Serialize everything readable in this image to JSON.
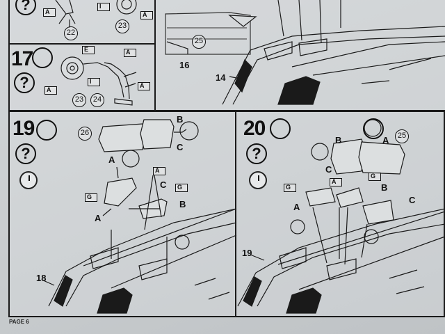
{
  "page_label": "PAGE 6",
  "steps": [
    {
      "number": "17",
      "question": "?"
    },
    {
      "number": "19",
      "question": "?"
    },
    {
      "number": "20",
      "question": "?"
    }
  ],
  "part_refs": {
    "p22": "22",
    "p23_top": "23",
    "p23": "23",
    "p24": "24",
    "p25_top": "25",
    "p26": "26",
    "p25": "25",
    "p16": "16",
    "p14": "14",
    "p18": "18",
    "p19": "19"
  },
  "letters": {
    "step19_A": "A",
    "step19_B": "B",
    "step19_C": "C",
    "step19_A2": "A",
    "step19_B2": "B",
    "step19_C2": "C",
    "step20_A": "A",
    "step20_B": "B",
    "step20_C": "C",
    "step20_A2": "A",
    "step20_B2": "B",
    "step20_C2": "C"
  },
  "tags": {
    "ak": "A",
    "gk": "G",
    "ik": "I",
    "ek": "E"
  }
}
